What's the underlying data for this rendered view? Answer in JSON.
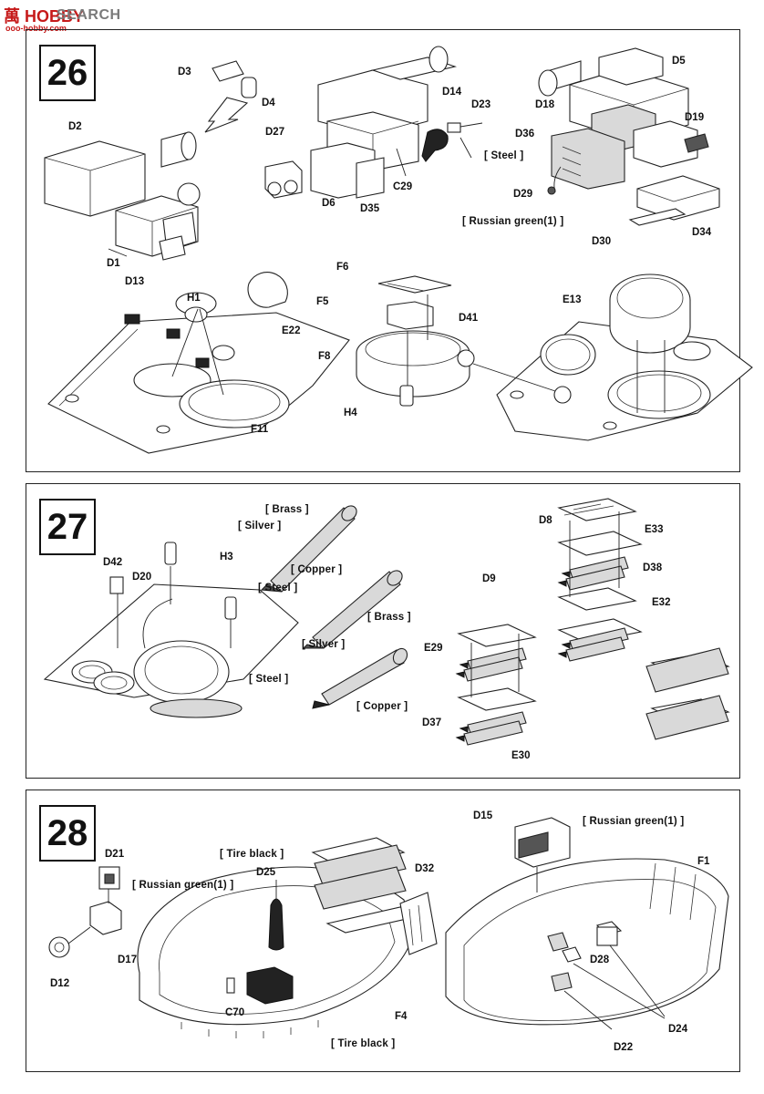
{
  "watermark": {
    "brand_a": "萬 HOBBY",
    "brand_b": "SEARCH",
    "url": "ooo-hobby.com"
  },
  "steps": [
    {
      "number": "26",
      "parts": [
        "D3",
        "D4",
        "D2",
        "D1",
        "D13",
        "D27",
        "D6",
        "D35",
        "C29",
        "D14",
        "D23",
        "D5",
        "D18",
        "D19",
        "D36",
        "D29",
        "D30",
        "D34",
        "H1",
        "E22",
        "F11",
        "F6",
        "F5",
        "F8",
        "H4",
        "D41",
        "E13"
      ],
      "colors": [
        "Steel",
        "Russian green(1)"
      ]
    },
    {
      "number": "27",
      "parts": [
        "D42",
        "D20",
        "H3",
        "D8",
        "E33",
        "D38",
        "D9",
        "E32",
        "E29",
        "D37",
        "E30"
      ],
      "colors": [
        "Brass",
        "Silver",
        "Copper",
        "Steel",
        "Silver",
        "Brass",
        "Steel",
        "Copper"
      ]
    },
    {
      "number": "28",
      "parts": [
        "D21",
        "D25",
        "D32",
        "D17",
        "D12",
        "C70",
        "F4",
        "D15",
        "F1",
        "D28",
        "D24",
        "D22"
      ],
      "colors": [
        "Tire black",
        "Russian green(1)",
        "Tire black",
        "Russian green(1)"
      ]
    }
  ]
}
